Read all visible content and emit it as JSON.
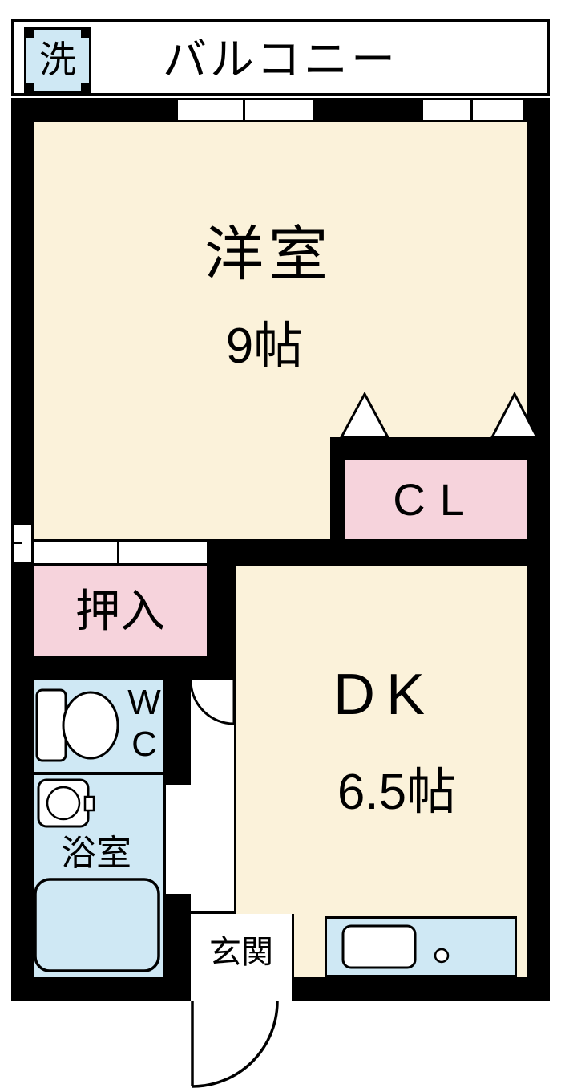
{
  "floorplan": {
    "balcony": {
      "label": "バルコニー",
      "washer_label": "洗"
    },
    "rooms": {
      "western_room": {
        "name": "洋室",
        "size": "9帖"
      },
      "closet_cl": {
        "label": "CL"
      },
      "oshiire": {
        "label": "押入"
      },
      "wc": {
        "label": "WC"
      },
      "bath": {
        "label": "浴室"
      },
      "dining_kitchen": {
        "name": "DK",
        "size": "6.5帖"
      },
      "entrance": {
        "label": "玄関"
      }
    },
    "colors": {
      "room_cream": "#fbf2da",
      "closet_pink": "#f6d3dc",
      "wet_area_blue": "#cfe8f4",
      "wall": "#000000",
      "background": "#ffffff"
    }
  }
}
